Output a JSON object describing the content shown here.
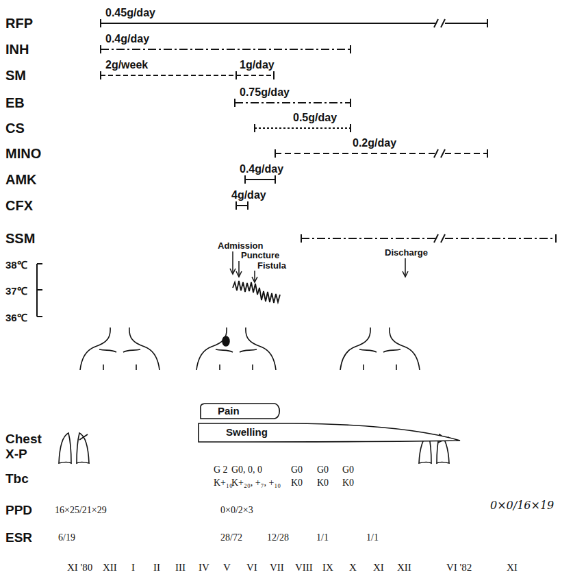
{
  "diagram": {
    "nodes": [
      {
        "text": [
          "Pain"
        ]
      },
      {
        "text": [
          "Swelling"
        ]
      }
    ],
    "labels": [
      "RFP",
      "0.45g/day",
      "INH",
      "0.4g/day",
      "SM",
      "2g/week",
      "1g/day",
      "EB",
      "0.75g/day",
      "CS",
      "0.5g/day",
      "MINO",
      "0.2g/day",
      "AMK",
      "0.4g/day",
      "CFX",
      "4g/day",
      "SSM",
      "38℃",
      "37℃",
      "36℃",
      "Admission",
      "Puncture",
      "Fistula",
      "Discharge",
      "Chest X-P",
      "Tbc",
      "G 2",
      "K+₁₀",
      "G0, 0, 0",
      "K+₂₀, +₇, +₁₀",
      "G0",
      "K0",
      "G0",
      "K0",
      "G0",
      "K0",
      "PPD",
      "16×25/21×29",
      "0×0/2×3",
      "0×0/16×19",
      "ESR",
      "6/19",
      "28/72",
      "12/28",
      "1/1",
      "1/1",
      "XI '80",
      "XII",
      "I",
      "II",
      "III",
      "IV",
      "V",
      "VI",
      "VII",
      "VIII",
      "IX",
      "X",
      "XI",
      "XII",
      "VI '82",
      "XI"
    ]
  }
}
